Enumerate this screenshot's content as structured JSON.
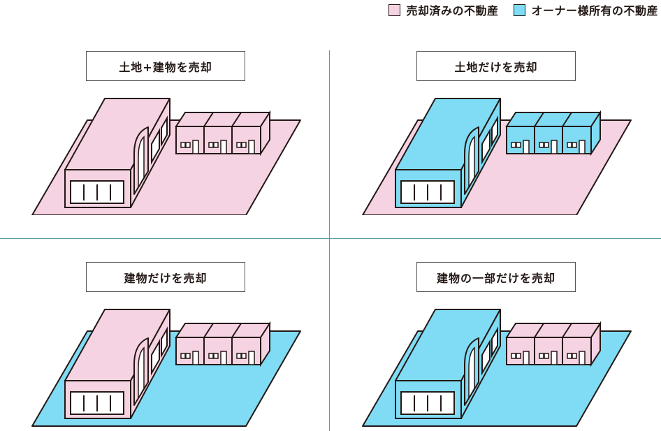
{
  "colors": {
    "sold": "#f6d3e2",
    "owner": "#7fdcf4",
    "stroke": "#231815",
    "divider": "#5b9ca6"
  },
  "legend": [
    {
      "label": "売却済みの不動産",
      "color": "#f6d3e2"
    },
    {
      "label": "オーナー様所有の不動産",
      "color": "#7fdcf4"
    }
  ],
  "panels": [
    {
      "label": "土地+建物を売却",
      "land": "sold",
      "main_building": "sold",
      "small_building": "sold"
    },
    {
      "label": "土地だけを売却",
      "land": "sold",
      "main_building": "owner",
      "small_building": "owner"
    },
    {
      "label": "建物だけを売却",
      "land": "owner",
      "main_building": "sold",
      "small_building": "sold"
    },
    {
      "label": "建物の一部だけを売却",
      "land": "owner",
      "main_building": "owner",
      "small_building": "sold"
    }
  ]
}
